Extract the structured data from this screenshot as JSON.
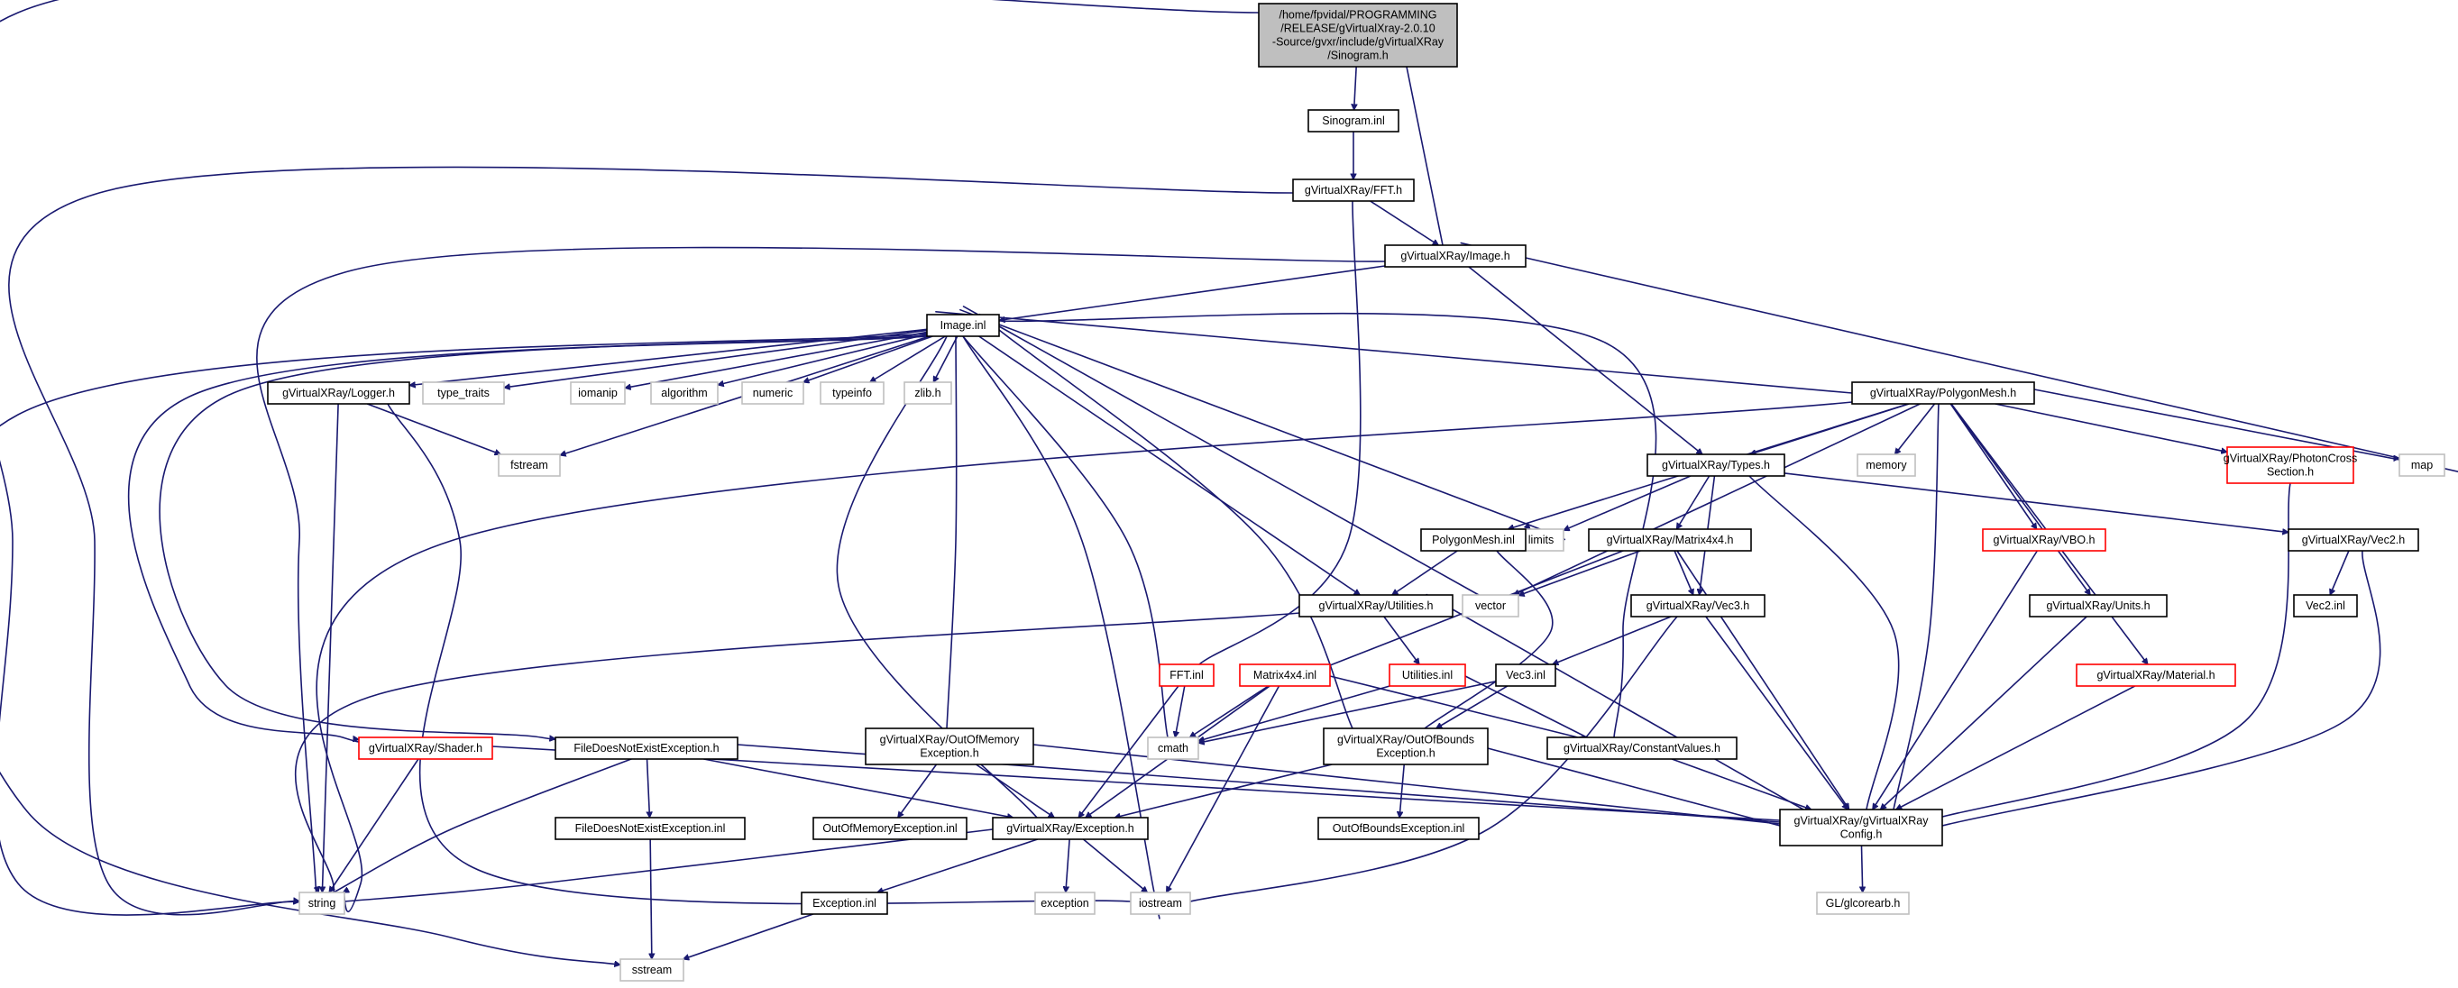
{
  "colors": {
    "edge": "#191970",
    "border_normal": "#000000",
    "border_missing": "#bfbfbf",
    "border_error": "#ff0000",
    "fill_root": "#bfbfbf",
    "fill_node": "#ffffff"
  },
  "nodes": [
    {
      "id": "root",
      "lines": [
        "/home/fpvidal/PROGRAMMING",
        "/RELEASE/gVirtualXray-2.0.10",
        "-Source/gvxr/include/gVirtualXRay",
        "/Sinogram.h"
      ],
      "kind": "root"
    },
    {
      "id": "sinogram_inl",
      "lines": [
        "Sinogram.inl"
      ],
      "kind": "normal"
    },
    {
      "id": "fft_h",
      "lines": [
        "gVirtualXRay/FFT.h"
      ],
      "kind": "normal"
    },
    {
      "id": "image_h",
      "lines": [
        "gVirtualXRay/Image.h"
      ],
      "kind": "normal"
    },
    {
      "id": "image_inl",
      "lines": [
        "Image.inl"
      ],
      "kind": "normal"
    },
    {
      "id": "logger_h",
      "lines": [
        "gVirtualXRay/Logger.h"
      ],
      "kind": "normal"
    },
    {
      "id": "type_traits",
      "lines": [
        "type_traits"
      ],
      "kind": "missing"
    },
    {
      "id": "iomanip",
      "lines": [
        "iomanip"
      ],
      "kind": "missing"
    },
    {
      "id": "algorithm",
      "lines": [
        "algorithm"
      ],
      "kind": "missing"
    },
    {
      "id": "numeric",
      "lines": [
        "numeric"
      ],
      "kind": "missing"
    },
    {
      "id": "typeinfo",
      "lines": [
        "typeinfo"
      ],
      "kind": "missing"
    },
    {
      "id": "zlib_h",
      "lines": [
        "zlib.h"
      ],
      "kind": "missing"
    },
    {
      "id": "fstream",
      "lines": [
        "fstream"
      ],
      "kind": "missing"
    },
    {
      "id": "polygonmesh_h",
      "lines": [
        "gVirtualXRay/PolygonMesh.h"
      ],
      "kind": "normal"
    },
    {
      "id": "memory",
      "lines": [
        "memory"
      ],
      "kind": "missing"
    },
    {
      "id": "photon_h",
      "lines": [
        "gVirtualXRay/PhotonCross",
        "Section.h"
      ],
      "kind": "error"
    },
    {
      "id": "map",
      "lines": [
        "map"
      ],
      "kind": "missing"
    },
    {
      "id": "types_h",
      "lines": [
        "gVirtualXRay/Types.h"
      ],
      "kind": "normal"
    },
    {
      "id": "limits",
      "lines": [
        "limits"
      ],
      "kind": "missing"
    },
    {
      "id": "polygonmesh_inl",
      "lines": [
        "PolygonMesh.inl"
      ],
      "kind": "normal"
    },
    {
      "id": "matrix4x4_h",
      "lines": [
        "gVirtualXRay/Matrix4x4.h"
      ],
      "kind": "normal"
    },
    {
      "id": "vbo_h",
      "lines": [
        "gVirtualXRay/VBO.h"
      ],
      "kind": "error"
    },
    {
      "id": "vec2_h",
      "lines": [
        "gVirtualXRay/Vec2.h"
      ],
      "kind": "normal"
    },
    {
      "id": "vec2_inl",
      "lines": [
        "Vec2.inl"
      ],
      "kind": "normal"
    },
    {
      "id": "utilities_h",
      "lines": [
        "gVirtualXRay/Utilities.h"
      ],
      "kind": "normal"
    },
    {
      "id": "vector",
      "lines": [
        "vector"
      ],
      "kind": "missing"
    },
    {
      "id": "vec3_h",
      "lines": [
        "gVirtualXRay/Vec3.h"
      ],
      "kind": "normal"
    },
    {
      "id": "units_h",
      "lines": [
        "gVirtualXRay/Units.h"
      ],
      "kind": "normal"
    },
    {
      "id": "fft_inl",
      "lines": [
        "FFT.inl"
      ],
      "kind": "error"
    },
    {
      "id": "matrix4x4_inl",
      "lines": [
        "Matrix4x4.inl"
      ],
      "kind": "error"
    },
    {
      "id": "utilities_inl",
      "lines": [
        "Utilities.inl"
      ],
      "kind": "error"
    },
    {
      "id": "vec3_inl",
      "lines": [
        "Vec3.inl"
      ],
      "kind": "normal"
    },
    {
      "id": "material_h",
      "lines": [
        "gVirtualXRay/Material.h"
      ],
      "kind": "error"
    },
    {
      "id": "shader_h",
      "lines": [
        "gVirtualXRay/Shader.h"
      ],
      "kind": "error"
    },
    {
      "id": "fdne_h",
      "lines": [
        "FileDoesNotExistException.h"
      ],
      "kind": "normal"
    },
    {
      "id": "oom_h",
      "lines": [
        "gVirtualXRay/OutOfMemory",
        "Exception.h"
      ],
      "kind": "normal"
    },
    {
      "id": "cmath",
      "lines": [
        "cmath"
      ],
      "kind": "missing"
    },
    {
      "id": "oob_h",
      "lines": [
        "gVirtualXRay/OutOfBounds",
        "Exception.h"
      ],
      "kind": "normal"
    },
    {
      "id": "constval_h",
      "lines": [
        "gVirtualXRay/ConstantValues.h"
      ],
      "kind": "normal"
    },
    {
      "id": "gvxr_config_h",
      "lines": [
        "gVirtualXRay/gVirtualXRay",
        "Config.h"
      ],
      "kind": "normal"
    },
    {
      "id": "fdne_inl",
      "lines": [
        "FileDoesNotExistException.inl"
      ],
      "kind": "normal"
    },
    {
      "id": "oom_inl",
      "lines": [
        "OutOfMemoryException.inl"
      ],
      "kind": "normal"
    },
    {
      "id": "exception_h",
      "lines": [
        "gVirtualXRay/Exception.h"
      ],
      "kind": "normal"
    },
    {
      "id": "oob_inl",
      "lines": [
        "OutOfBoundsException.inl"
      ],
      "kind": "normal"
    },
    {
      "id": "string",
      "lines": [
        "string"
      ],
      "kind": "missing"
    },
    {
      "id": "exception_inl",
      "lines": [
        "Exception.inl"
      ],
      "kind": "normal"
    },
    {
      "id": "exception",
      "lines": [
        "exception"
      ],
      "kind": "missing"
    },
    {
      "id": "iostream",
      "lines": [
        "iostream"
      ],
      "kind": "missing"
    },
    {
      "id": "glcorearb",
      "lines": [
        "GL/glcorearb.h"
      ],
      "kind": "missing"
    },
    {
      "id": "sstream",
      "lines": [
        "sstream"
      ],
      "kind": "missing"
    }
  ],
  "edges": [
    [
      "root",
      "sinogram_inl"
    ],
    [
      "root",
      "image_h"
    ],
    [
      "root",
      "string"
    ],
    [
      "sinogram_inl",
      "fft_h"
    ],
    [
      "fft_h",
      "image_h"
    ],
    [
      "fft_h",
      "string"
    ],
    [
      "fft_h",
      "fft_inl"
    ],
    [
      "image_h",
      "image_inl"
    ],
    [
      "image_h",
      "string"
    ],
    [
      "image_h",
      "types_h"
    ],
    [
      "image_h",
      "map"
    ],
    [
      "image_inl",
      "logger_h"
    ],
    [
      "image_inl",
      "type_traits"
    ],
    [
      "image_inl",
      "iomanip"
    ],
    [
      "image_inl",
      "algorithm"
    ],
    [
      "image_inl",
      "numeric"
    ],
    [
      "image_inl",
      "typeinfo"
    ],
    [
      "image_inl",
      "zlib_h"
    ],
    [
      "image_inl",
      "fstream"
    ],
    [
      "image_inl",
      "polygonmesh_h"
    ],
    [
      "image_inl",
      "limits"
    ],
    [
      "image_inl",
      "vector"
    ],
    [
      "image_inl",
      "utilities_h"
    ],
    [
      "image_inl",
      "oob_h"
    ],
    [
      "image_inl",
      "constval_h"
    ],
    [
      "image_inl",
      "cmath"
    ],
    [
      "image_inl",
      "iostream"
    ],
    [
      "image_inl",
      "oom_h"
    ],
    [
      "image_inl",
      "exception_h"
    ],
    [
      "image_inl",
      "shader_h"
    ],
    [
      "image_inl",
      "fdne_h"
    ],
    [
      "image_inl",
      "sstream"
    ],
    [
      "logger_h",
      "fstream"
    ],
    [
      "logger_h",
      "string"
    ],
    [
      "logger_h",
      "iostream"
    ],
    [
      "polygonmesh_h",
      "memory"
    ],
    [
      "polygonmesh_h",
      "photon_h"
    ],
    [
      "polygonmesh_h",
      "map"
    ],
    [
      "polygonmesh_h",
      "types_h"
    ],
    [
      "polygonmesh_h",
      "polygonmesh_inl"
    ],
    [
      "polygonmesh_h",
      "vector"
    ],
    [
      "polygonmesh_h",
      "vbo_h"
    ],
    [
      "polygonmesh_h",
      "units_h"
    ],
    [
      "polygonmesh_h",
      "material_h"
    ],
    [
      "polygonmesh_h",
      "gvxr_config_h"
    ],
    [
      "polygonmesh_h",
      "string"
    ],
    [
      "photon_h",
      "gvxr_config_h"
    ],
    [
      "types_h",
      "limits"
    ],
    [
      "types_h",
      "matrix4x4_h"
    ],
    [
      "types_h",
      "vec3_h"
    ],
    [
      "types_h",
      "vec2_h"
    ],
    [
      "types_h",
      "gvxr_config_h"
    ],
    [
      "polygonmesh_inl",
      "utilities_h"
    ],
    [
      "polygonmesh_inl",
      "oob_h"
    ],
    [
      "matrix4x4_h",
      "vector"
    ],
    [
      "matrix4x4_h",
      "vec3_h"
    ],
    [
      "matrix4x4_h",
      "matrix4x4_inl"
    ],
    [
      "matrix4x4_h",
      "gvxr_config_h"
    ],
    [
      "vbo_h",
      "gvxr_config_h"
    ],
    [
      "vec2_h",
      "vec2_inl"
    ],
    [
      "vec2_h",
      "gvxr_config_h"
    ],
    [
      "utilities_h",
      "utilities_inl"
    ],
    [
      "utilities_h",
      "string"
    ],
    [
      "utilities_h",
      "gvxr_config_h"
    ],
    [
      "vec3_h",
      "vec3_inl"
    ],
    [
      "vec3_h",
      "iostream"
    ],
    [
      "vec3_h",
      "gvxr_config_h"
    ],
    [
      "units_h",
      "gvxr_config_h"
    ],
    [
      "fft_inl",
      "cmath"
    ],
    [
      "fft_inl",
      "exception_h"
    ],
    [
      "matrix4x4_inl",
      "cmath"
    ],
    [
      "matrix4x4_inl",
      "exception_h"
    ],
    [
      "matrix4x4_inl",
      "iostream"
    ],
    [
      "matrix4x4_inl",
      "constval_h"
    ],
    [
      "utilities_inl",
      "cmath"
    ],
    [
      "utilities_inl",
      "constval_h"
    ],
    [
      "vec3_inl",
      "cmath"
    ],
    [
      "vec3_inl",
      "oob_h"
    ],
    [
      "material_h",
      "gvxr_config_h"
    ],
    [
      "shader_h",
      "string"
    ],
    [
      "shader_h",
      "gvxr_config_h"
    ],
    [
      "fdne_h",
      "fdne_inl"
    ],
    [
      "fdne_h",
      "exception_h"
    ],
    [
      "fdne_h",
      "string"
    ],
    [
      "fdne_h",
      "gvxr_config_h"
    ],
    [
      "oom_h",
      "oom_inl"
    ],
    [
      "oom_h",
      "exception_h"
    ],
    [
      "oom_h",
      "gvxr_config_h"
    ],
    [
      "oob_h",
      "oob_inl"
    ],
    [
      "oob_h",
      "exception_h"
    ],
    [
      "oob_h",
      "gvxr_config_h"
    ],
    [
      "constval_h",
      "gvxr_config_h"
    ],
    [
      "gvxr_config_h",
      "glcorearb"
    ],
    [
      "fdne_inl",
      "sstream"
    ],
    [
      "exception_h",
      "exception_inl"
    ],
    [
      "exception_h",
      "exception"
    ],
    [
      "exception_h",
      "iostream"
    ],
    [
      "exception_h",
      "string"
    ],
    [
      "exception_inl",
      "sstream"
    ]
  ]
}
